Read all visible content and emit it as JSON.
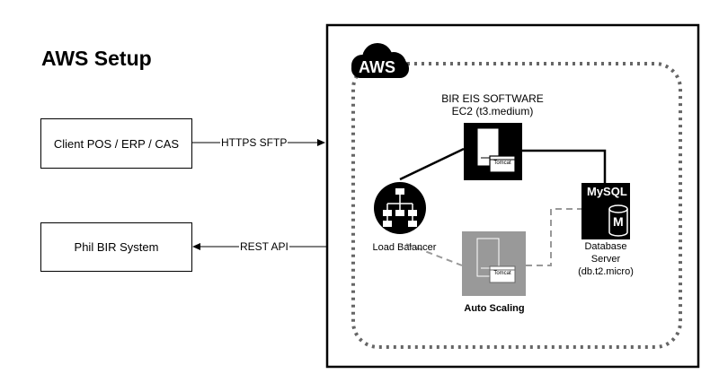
{
  "title": "AWS Setup",
  "client_box": "Client POS / ERP / CAS",
  "bir_box": "Phil BIR System",
  "https_label": "HTTPS SFTP",
  "rest_label": "REST API",
  "aws_badge": "AWS",
  "ec2_label_1": "BIR EIS SOFTWARE",
  "ec2_label_2": "EC2 (t3.medium)",
  "tomcat": "Tomcat",
  "load_balancer": "Load Balancer",
  "auto_scaling": "Auto Scaling",
  "db_line1": "Database",
  "db_line2": "Server",
  "db_line3": "(db.t2.micro)",
  "mysql": "MySQL",
  "db_m": "M",
  "colors": {
    "stroke": "#000000",
    "dotted": "#666666",
    "dashed": "#999999",
    "autoscale_bg": "#999999"
  }
}
